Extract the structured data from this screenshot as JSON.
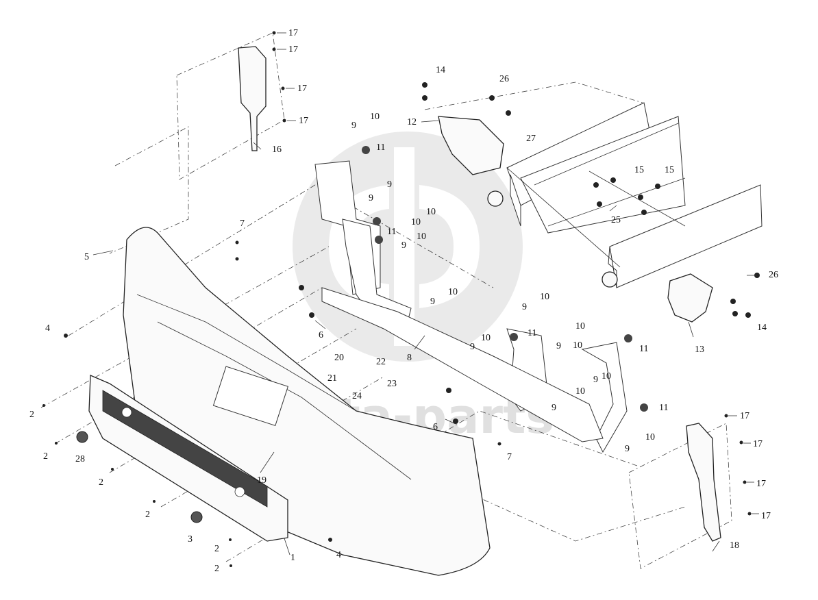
{
  "watermark": {
    "brand_text": "data-parts"
  },
  "callouts": {
    "c1": "1",
    "c2": "2",
    "c3": "3",
    "c4": "4",
    "c5": "5",
    "c6": "6",
    "c7": "7",
    "c8": "8",
    "c9": "9",
    "c10": "10",
    "c11": "11",
    "c12": "12",
    "c13": "13",
    "c14": "14",
    "c15": "15",
    "c16": "16",
    "c17": "17",
    "c18": "18",
    "c19": "19",
    "c20": "20",
    "c21": "21",
    "c22": "22",
    "c23": "23",
    "c24": "24",
    "c25": "25",
    "c26": "26",
    "c27": "27",
    "c28": "28"
  }
}
